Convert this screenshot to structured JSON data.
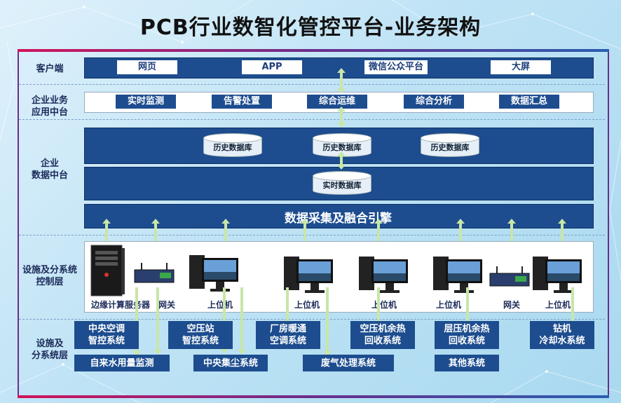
{
  "title": "PCB行业数智化管控平台-业务架构",
  "layers": {
    "client": "客户端",
    "app_a": "企业业务",
    "app_b": "应用中台",
    "data_a": "企业",
    "data_b": "数据中台",
    "ctrl_a": "设施及分系统",
    "ctrl_b": "控制层",
    "fac_a": "设施及",
    "fac_b": "分系统层"
  },
  "client_items": [
    "网页",
    "APP",
    "微信公众平台",
    "大屏"
  ],
  "app_items": [
    "实时监测",
    "告警处置",
    "综合运维",
    "综合分析",
    "数据汇总"
  ],
  "history_db": "历史数据库",
  "realtime_db": "实时数据库",
  "engine": "数据采集及融合引擎",
  "devices": {
    "edge": "边缘计算服务器",
    "gateway": "网关",
    "host": "上位机"
  },
  "systems": {
    "hvac": "中央空调\n智控系统",
    "water": "自来水用量监测",
    "air": "空压站\n智控系统",
    "dust": "中央集尘系统",
    "plant": "厂房暖通\n空调系统",
    "waste": "废气处理系统",
    "comp_heat": "空压机余热\n回收系统",
    "layer_heat": "层压机余热\n回收系统",
    "other": "其他系统",
    "drill": "钻机\n冷却水系统"
  },
  "colors": {
    "bar": "#1d4d8f",
    "arrow": "#c8e6a8",
    "frame": "#6b2d8c"
  }
}
